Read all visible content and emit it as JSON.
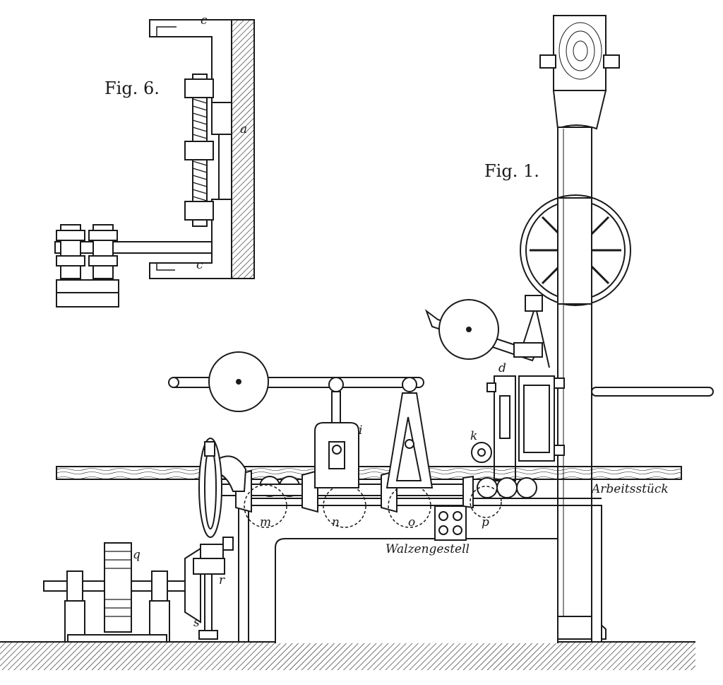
{
  "figures": {
    "fig6": {
      "title": "Fig. 6."
    },
    "fig1": {
      "title": "Fig. 1."
    }
  },
  "letters": {
    "c_top": "c",
    "c_bottom": "c",
    "a": "a",
    "d": "d",
    "i": "i",
    "k": "k",
    "m": "m",
    "n": "n",
    "o": "o",
    "p": "p",
    "q": "q",
    "r": "r",
    "s": "s"
  },
  "labels": {
    "workpiece": "Arbeitsstück",
    "roller_frame": "Walzengestell"
  },
  "colors": {
    "ink": "#1a1a1a",
    "paper": "#ffffff"
  }
}
